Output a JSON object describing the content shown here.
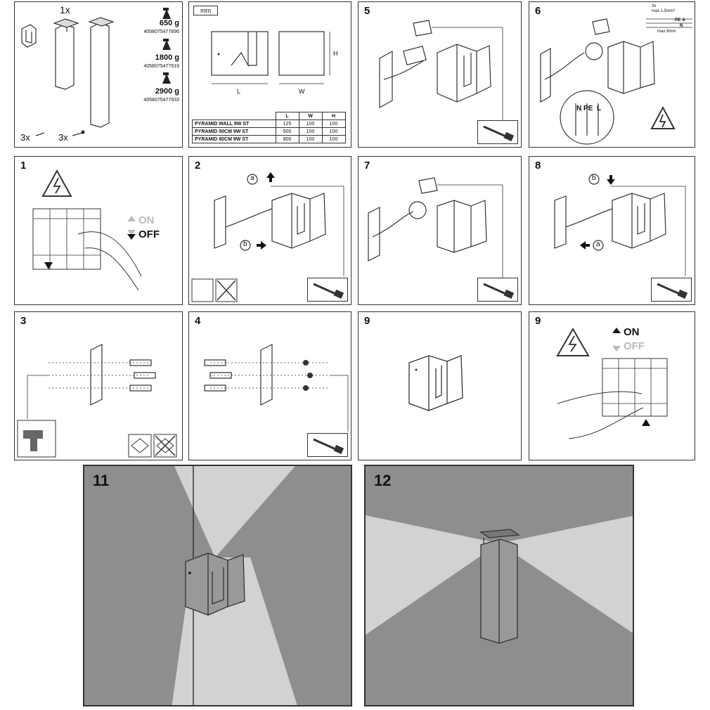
{
  "panel_overview": {
    "qty": "1x",
    "products": [
      {
        "weight": "650 g",
        "ean": "4058075477896"
      },
      {
        "weight": "1800 g",
        "ean": "4058075477919"
      },
      {
        "weight": "2900 g",
        "ean": "4058075477933"
      }
    ],
    "anchors_qty": "3x",
    "screws_qty": "3x"
  },
  "panel_dims": {
    "unit": "mm",
    "dim_l": "L",
    "dim_w": "W",
    "dim_h": "H",
    "table_headers": [
      "",
      "L",
      "W",
      "H"
    ],
    "table_rows": [
      [
        "PYRAMID WALL 9W ST",
        "125",
        "100",
        "100"
      ],
      [
        "PYRAMID 50CM 9W ST",
        "500",
        "100",
        "100"
      ],
      [
        "PYRAMID 80CM 9W ST",
        "800",
        "100",
        "100"
      ]
    ]
  },
  "steps": {
    "s5": "5",
    "s6": "6",
    "s1": "1",
    "s2": "2",
    "s7": "7",
    "s8": "8",
    "s3": "3",
    "s4": "4",
    "s9a": "9",
    "s9b": "9",
    "s11": "11",
    "s12": "12"
  },
  "panel_wiring": {
    "spec1": "3x",
    "spec2": "max 1,5mm²",
    "spec3": "max 8mm",
    "terminal_n": "N",
    "terminal_pe": "PE",
    "terminal_l": "L",
    "pe_symbol": "PE ⏚",
    "n_label": "N"
  },
  "switch": {
    "on": "ON",
    "off": "OFF"
  },
  "markers": {
    "a": "a",
    "b": "b"
  },
  "colors": {
    "beam_dark": "#8e8e8e",
    "beam_light": "#d2d2d2",
    "line": "#333333"
  }
}
